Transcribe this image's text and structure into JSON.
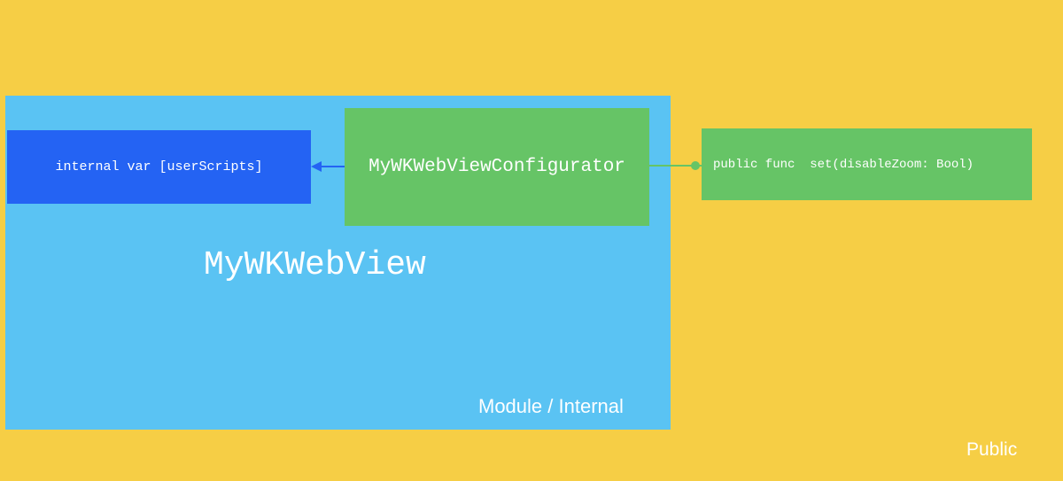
{
  "diagram": {
    "module_title": "MyWKWebView",
    "module_label": "Module / Internal",
    "public_label": "Public",
    "internal_var": "internal var [userScripts]",
    "configurator": "MyWKWebViewConfigurator",
    "public_func": "public func  set(disableZoom: Bool)"
  },
  "colors": {
    "background": "#F6CE45",
    "module": "#5AC3F3",
    "internal_box": "#2463F3",
    "green_box": "#66C466",
    "text": "#FFFFFF"
  }
}
